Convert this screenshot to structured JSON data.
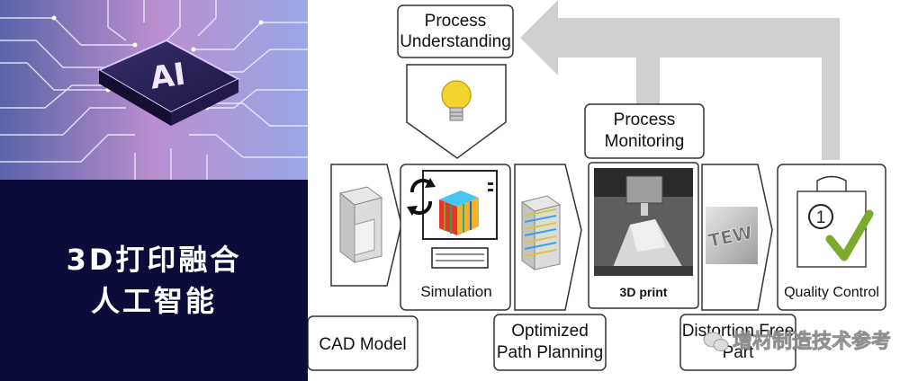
{
  "left_panel": {
    "chip_text": "AI",
    "title_line1": "3D打印融合",
    "title_line2": "人工智能"
  },
  "diagram": {
    "process_understanding": "Process Understanding",
    "process_monitoring": "Process Monitoring",
    "simulation": "Simulation",
    "print_label": "3D print",
    "quality_control": "Quality Control",
    "qc_number": "1",
    "cad_model": "CAD Model",
    "optimized_path_planning": "Optimized Path Planning",
    "distortion_free_part": "Distortion Free Part",
    "part_emboss": "TEW"
  },
  "watermark": "增材制造技术参考",
  "colors": {
    "navy": "#0c0c3a",
    "feedback_arrow": "#d0d0d0",
    "check_green": "#7aab2c",
    "bulb_yellow": "#f3d42e"
  }
}
